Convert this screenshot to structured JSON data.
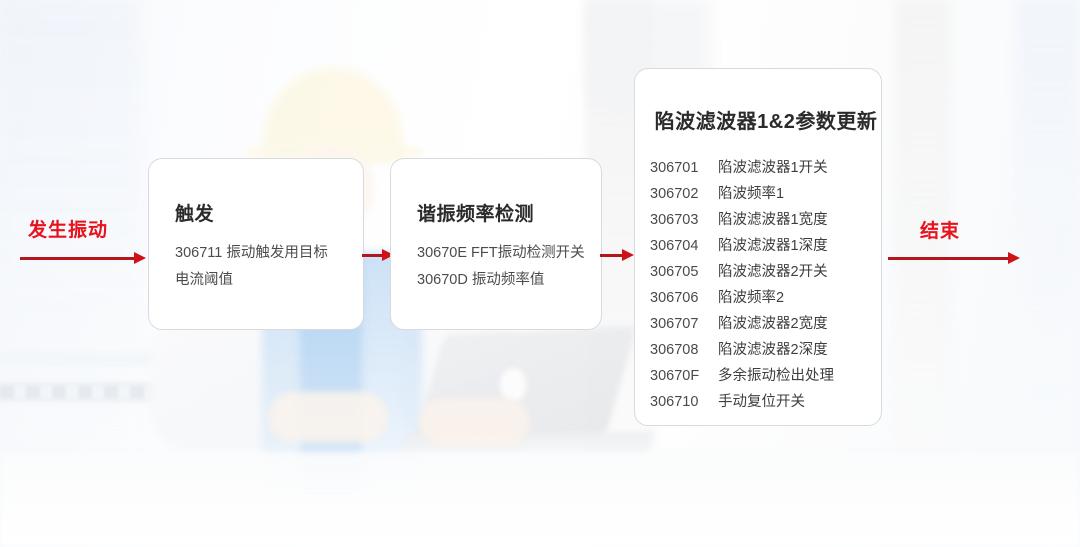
{
  "flow": {
    "entry_label": "发生振动",
    "exit_label": "结束",
    "accent_color": "#e8111c",
    "arrow_color": "#b3161b",
    "arrows": [
      {
        "name": "start-arrow",
        "icon": "arrow-right-icon"
      },
      {
        "name": "trigger-to-detect-arrow",
        "icon": "arrow-right-icon"
      },
      {
        "name": "detect-to-notch-arrow",
        "icon": "arrow-right-icon"
      },
      {
        "name": "end-arrow",
        "icon": "arrow-right-icon"
      }
    ]
  },
  "cards": {
    "trigger": {
      "title": "触发",
      "lines": [
        "306711 振动触发用目标",
        "电流阈值"
      ]
    },
    "detect": {
      "title": "谐振频率检测",
      "lines": [
        "30670E FFT振动检测开关",
        "30670D 振动频率值"
      ]
    },
    "notch": {
      "title": "陷波滤波器1&2参数更新",
      "params": [
        {
          "code": "306701",
          "name": "陷波滤波器1开关"
        },
        {
          "code": "306702",
          "name": "陷波频率1"
        },
        {
          "code": "306703",
          "name": "陷波滤波器1宽度"
        },
        {
          "code": "306704",
          "name": "陷波滤波器1深度"
        },
        {
          "code": "306705",
          "name": "陷波滤波器2开关"
        },
        {
          "code": "306706",
          "name": "陷波频率2"
        },
        {
          "code": "306707",
          "name": "陷波滤波器2宽度"
        },
        {
          "code": "306708",
          "name": "陷波滤波器2深度"
        },
        {
          "code": "30670F",
          "name": "多余振动检出处理"
        },
        {
          "code": "306710",
          "name": "手动复位开关"
        }
      ]
    }
  }
}
